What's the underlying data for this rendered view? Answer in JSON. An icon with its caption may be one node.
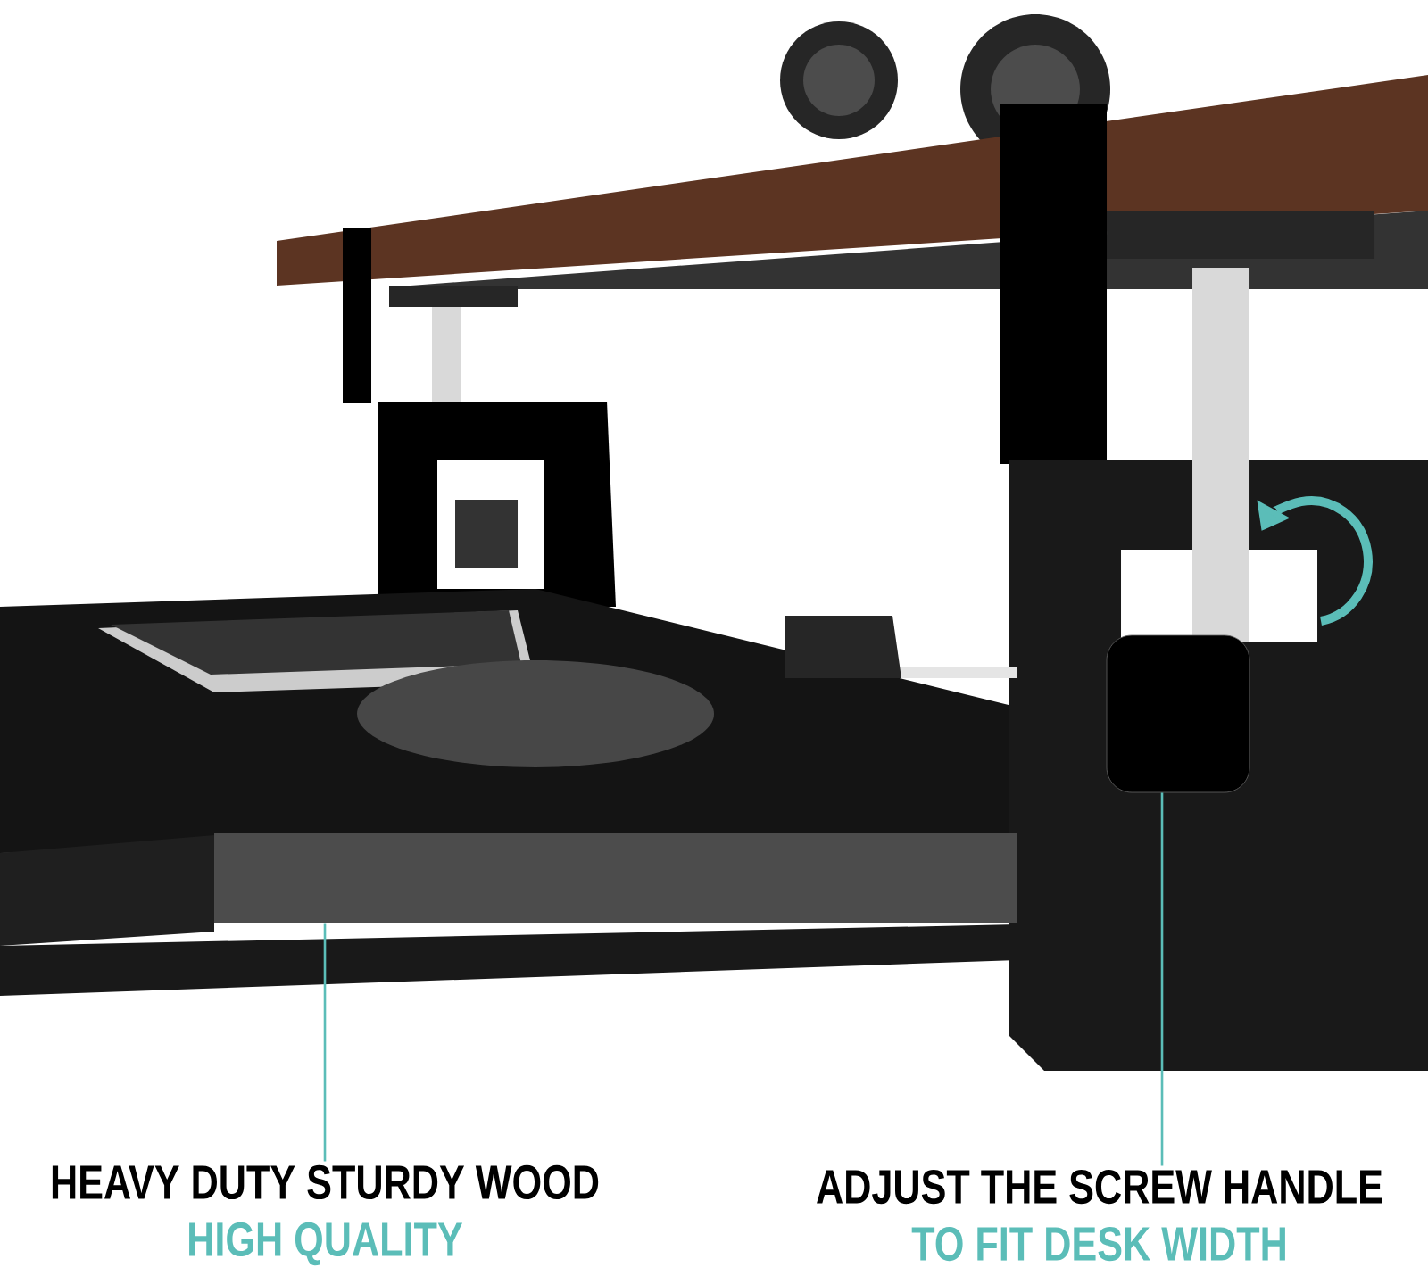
{
  "diagram": {
    "nodes": [
      {
        "text": [
          "HEAVY DUTY STURDY WOOD",
          "HIGH QUALITY"
        ]
      },
      {
        "text": [],
        "shape": "bar"
      },
      {
        "text": [
          "ADJUST THE SCREW HANDLE",
          "TO FIT DESK WIDTH"
        ]
      },
      {
        "text": [],
        "shape": "box"
      }
    ],
    "edges": [
      {
        "from": 0,
        "to": 1,
        "arrow": "none"
      },
      {
        "from": 2,
        "to": 3,
        "arrow": "none"
      }
    ]
  }
}
